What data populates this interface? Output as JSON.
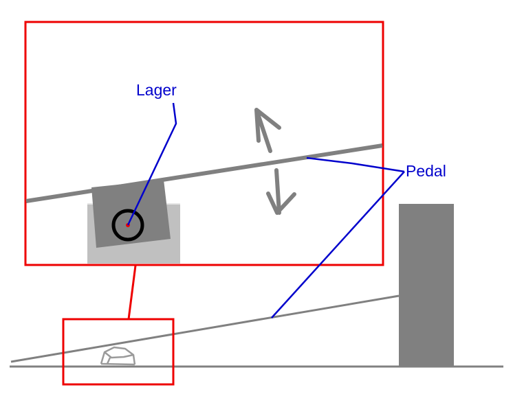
{
  "labels": {
    "bearing": "Lager",
    "pedal": "Pedal"
  },
  "colors": {
    "frame": "#ee0000",
    "label": "#0000cc",
    "pedal": "#808080",
    "block": "#808080",
    "housing": "#c0c0c0",
    "axle_ring": "#000000",
    "axle_center": "#ee0000"
  },
  "icons": {
    "motion": "up-down-arrow"
  }
}
